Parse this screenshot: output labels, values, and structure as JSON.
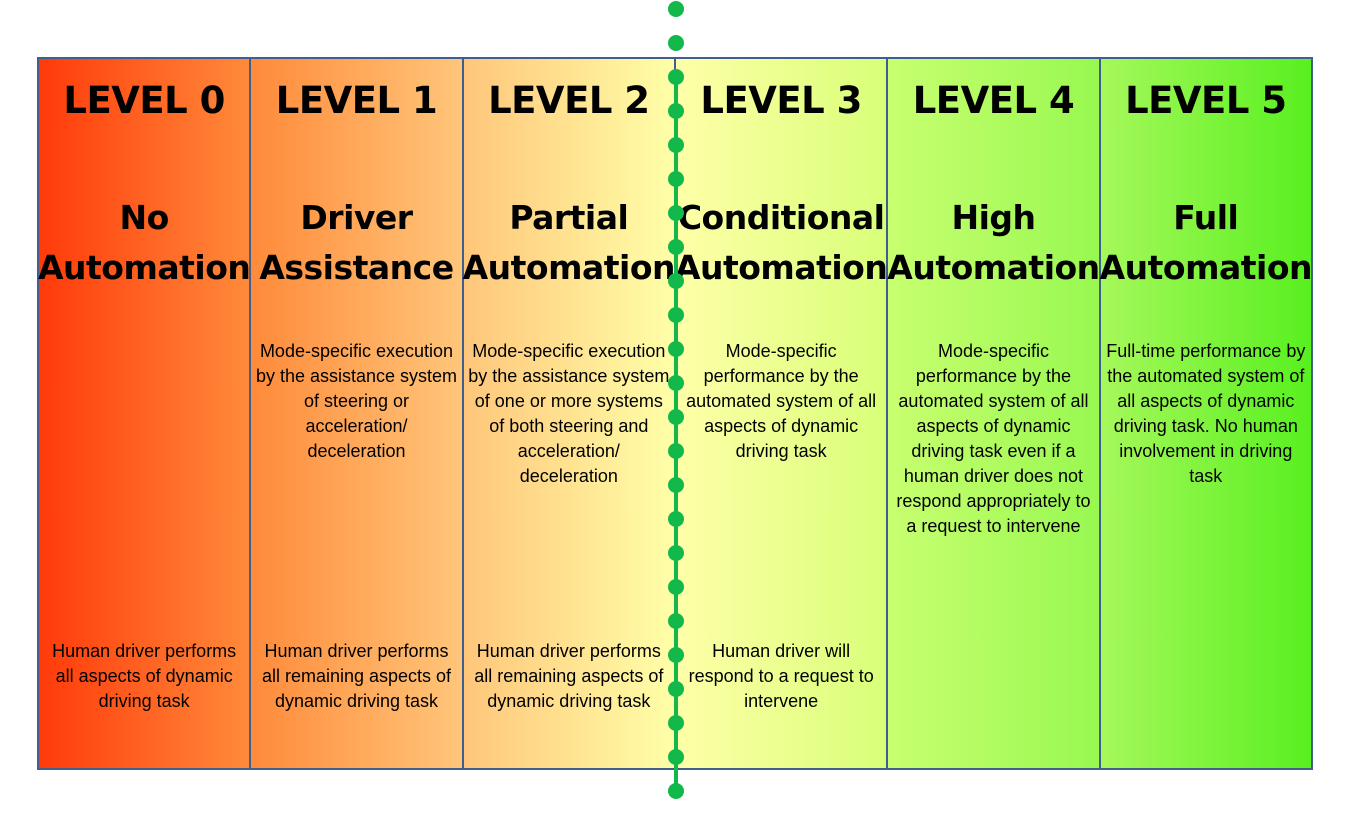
{
  "levels": [
    {
      "level": "LEVEL 0",
      "name_line1": "No",
      "name_line2": "Automation",
      "description": "",
      "driver_role": "Human driver performs all aspects of dynamic driving task"
    },
    {
      "level": "LEVEL 1",
      "name_line1": "Driver",
      "name_line2": "Assistance",
      "description": "Mode-specific execution by the assistance system of steering or acceleration/ deceleration",
      "driver_role": "Human driver performs all remaining aspects of dynamic driving task"
    },
    {
      "level": "LEVEL 2",
      "name_line1": "Partial",
      "name_line2": "Automation",
      "description": "Mode-specific execution by the assistance system of one or more systems of both steering and acceleration/ deceleration",
      "driver_role": "Human driver performs all remaining aspects of dynamic driving task"
    },
    {
      "level": "LEVEL 3",
      "name_line1": "Conditional",
      "name_line2": "Automation",
      "description": "Mode-specific performance by the automated system of all aspects of dynamic driving task",
      "driver_role": "Human driver will respond to a request to intervene"
    },
    {
      "level": "LEVEL 4",
      "name_line1": "High",
      "name_line2": "Automation",
      "description": "Mode-specific performance by the automated system of all aspects of dynamic driving task even if a human driver does not respond appropriately to a request to intervene",
      "driver_role": ""
    },
    {
      "level": "LEVEL 5",
      "name_line1": "Full",
      "name_line2": "Automation",
      "description": "Full-time performance by the automated system of all aspects of dynamic driving task. No human involvement in driving task",
      "driver_role": ""
    }
  ],
  "colors": {
    "border": "#3f5f8f",
    "divider": "#12b84a",
    "level0": "#ff3a0a",
    "level5": "#58f020"
  }
}
